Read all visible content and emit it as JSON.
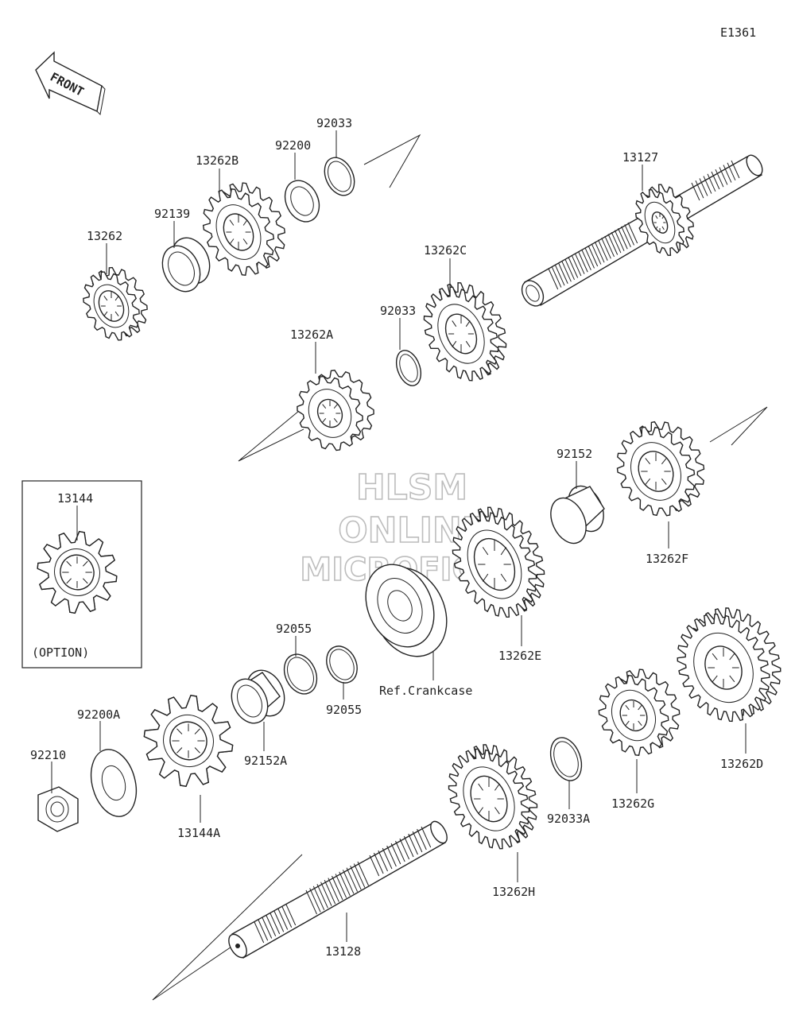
{
  "diagram": {
    "code": "E1361",
    "front_arrow_text": "FRONT",
    "option_box_caption": "(OPTION)",
    "watermark_lines": [
      "HLSM",
      "ONLINE",
      "MICROFICHE"
    ],
    "reference_note": "Ref.Crankcase"
  },
  "parts": {
    "p13262": "13262",
    "p92139": "92139",
    "p13262B": "13262B",
    "p92200": "92200",
    "p92033_top": "92033",
    "p13127": "13127",
    "p13262C": "13262C",
    "p92033_mid": "92033",
    "p13262A": "13262A",
    "p92152": "92152",
    "p13262F": "13262F",
    "p13144": "13144",
    "p13262E": "13262E",
    "p92055_a": "92055",
    "p92055_b": "92055",
    "p92200A": "92200A",
    "p92152A": "92152A",
    "p92210": "92210",
    "p13144A": "13144A",
    "p13262D": "13262D",
    "p13262G": "13262G",
    "p92033A": "92033A",
    "p13262H": "13262H",
    "p13128": "13128"
  }
}
